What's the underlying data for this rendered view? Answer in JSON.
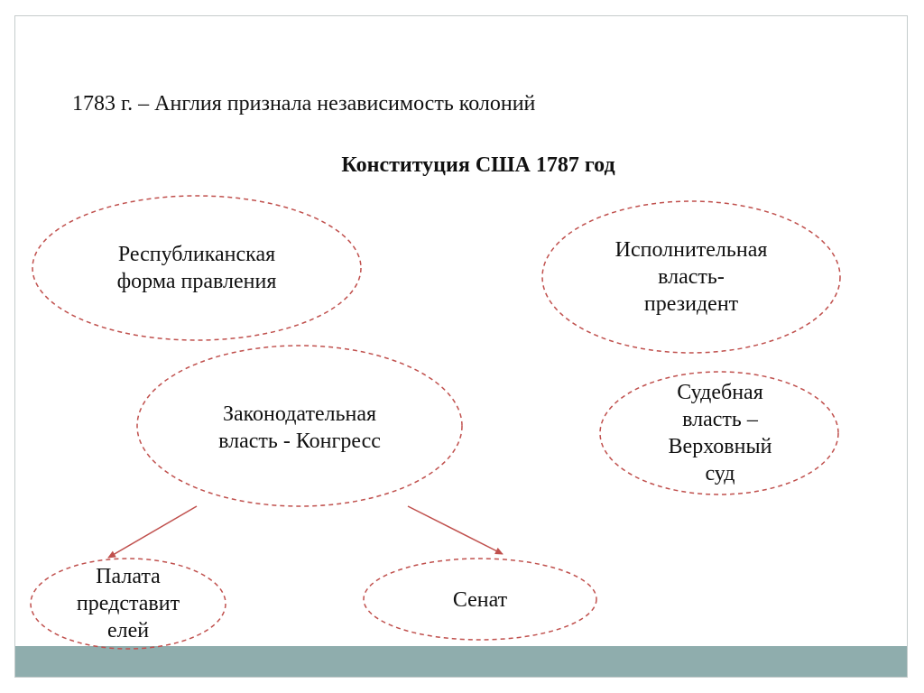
{
  "slide": {
    "subtitle": "1783 г. – Англия признала независимость колоний",
    "heading": "Конституция США 1787 год"
  },
  "nodes": {
    "republic": "Республиканская\nформа правления",
    "executive": "Исполнительная\nвласть-\nпрезидент",
    "legislative": "Законодательная\nвласть - Конгресс",
    "judicial": "Судебная\nвласть –\nВерховный\nсуд",
    "house": "Палата\nпредставит\nелей",
    "senate": "Сенат"
  },
  "colors": {
    "ellipse_stroke": "#c0504d",
    "arrow": "#c0504d",
    "footer_bar": "#8fadad",
    "frame_border": "#c5cccc"
  }
}
